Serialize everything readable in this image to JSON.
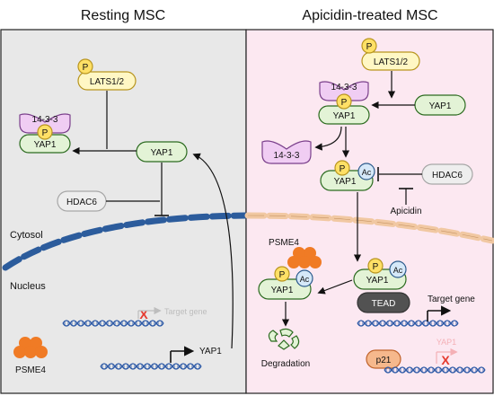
{
  "panels": {
    "left_title": "Resting MSC",
    "right_title": "Apicidin-treated MSC"
  },
  "labels": {
    "p": "P",
    "ac": "Ac",
    "lats": "LATS1/2",
    "yap1": "YAP1",
    "p1433": "14-3-3",
    "hdac6": "HDAC6",
    "apicidin": "Apicidin",
    "cytosol": "Cytosol",
    "nucleus": "Nucleus",
    "target_gene": "Target gene",
    "psme4": "PSME4",
    "tead": "TEAD",
    "degradation": "Degradation",
    "p21": "p21",
    "red_x": "X"
  },
  "colors": {
    "left_bg": "#e8e8e8",
    "right_bg": "#fce8f1",
    "yap_fill": "#e3f3d6",
    "yap_stroke": "#2c6b20",
    "p_fill": "#ffe066",
    "ac_fill": "#d5e8f8",
    "p1433_fill": "#f0cdf3",
    "hdac_fill": "#eeeeee",
    "psme4": "#f07b25",
    "tead": "#525252",
    "p21_fill": "#f6b88c",
    "membrane_left": "#2c5c9c",
    "membrane_right": "#f1c8a2",
    "red": "#e53a2f"
  }
}
